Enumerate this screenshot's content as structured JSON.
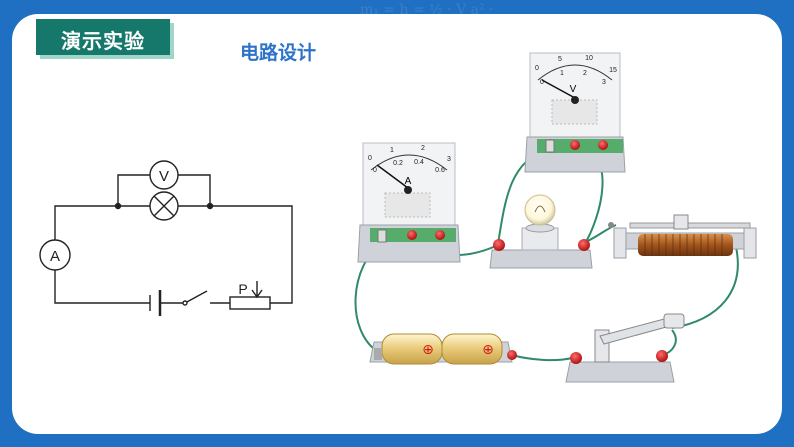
{
  "header": {
    "tag": "演示实验",
    "subtitle": "电路设计"
  },
  "background": {
    "formula_text": "m₁ = h = ½ · V a² ·"
  },
  "schematic": {
    "voltmeter_symbol": "V",
    "ammeter_symbol": "A",
    "rheostat_label": "P"
  },
  "ammeter": {
    "unit": "A",
    "upper_scale": [
      "0",
      "1",
      "2",
      "3"
    ],
    "lower_scale": [
      "0",
      "0.2",
      "0.4",
      "0.6"
    ]
  },
  "voltmeter": {
    "unit": "V",
    "upper_scale": [
      "0",
      "5",
      "10",
      "15"
    ],
    "lower_scale": [
      "0",
      "1",
      "2",
      "3"
    ]
  },
  "battery": {
    "cell1_sign": "⊕",
    "cell2_sign": "⊕"
  },
  "colors": {
    "tag_green": "#15786a",
    "subtitle_blue": "#2d74c9",
    "wire_green": "#2f8a68",
    "frame_blue": "#1f6fc2"
  }
}
